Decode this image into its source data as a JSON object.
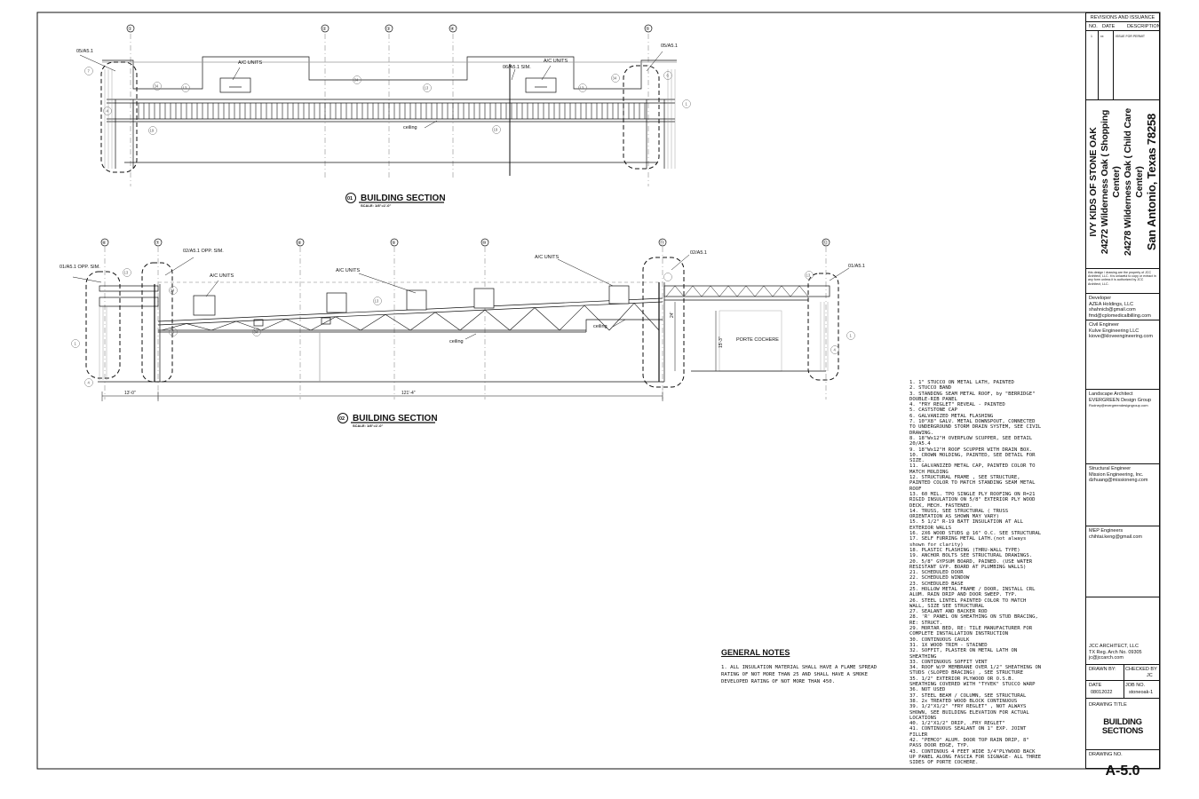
{
  "sections": [
    {
      "number": "01",
      "title": "BUILDING SECTION",
      "scale": "SCALE: 1/8\"=1'-0\""
    },
    {
      "number": "02",
      "title": "BUILDING SECTION",
      "scale": "SCALE: 1/8\"=1'-0\""
    }
  ],
  "sec1": {
    "grid_bubbles": [
      "①",
      "②",
      "③",
      "④",
      "⑤"
    ],
    "callouts": {
      "left": "05/A5.1",
      "right": "05/A5.1",
      "mid": "06/A5.1 SIM."
    },
    "labels": {
      "ac1": "A/C UNITS",
      "ac2": "A/C UNITS",
      "ceiling": "ceiling"
    },
    "keys": {
      "k7": "7",
      "k4": "4",
      "k1": "1",
      "k34a": "34",
      "k34b": "34",
      "k34c": "34",
      "k34d": "34",
      "k13a": "13",
      "k13b": "13",
      "k13c": "13",
      "k13d": "13",
      "k6": "6",
      "k19a": "19",
      "k19b": "19"
    }
  },
  "sec2": {
    "grid_bubbles": [
      "⑥",
      "⑦",
      "⑧",
      "⑨",
      "⑩",
      "⑪",
      "⑫"
    ],
    "callouts": {
      "left": "01/A5.1 OPP. SIM.",
      "left2": "02/A5.1 OPP. SIM.",
      "right": "02/A5.1",
      "right2": "01/A5.1"
    },
    "labels": {
      "ac1": "A/C UNITS",
      "ac2": "A/C UNITS",
      "ac3": "A/C UNITS",
      "ceiling1": "ceiling",
      "ceiling2": "ceiling",
      "porte": "PORTE COCHERE",
      "dim1": "13'-0\"",
      "dim2": "121'-4\"",
      "dim3": "15'-3\"",
      "dim4": "24'"
    },
    "keys": {
      "k13a": "13",
      "k13b": "13",
      "k13c": "13",
      "k34a": "34",
      "k34b": "34",
      "k1a": "1",
      "k1b": "1",
      "k4a": "4",
      "k4b": "4",
      "k6": "6"
    }
  },
  "notes": [
    "1. 1\" STUCCO ON METAL LATH, PAINTED",
    "2. STUCCO BAND",
    "3. STANDING SEAM METAL ROOF, by \"BERRIDGE\" DOUBLE-RIB PANEL",
    "4. \"FRY REGLET\" REVEAL - PAINTED",
    "5. CASTSTONE CAP",
    "6. GALVANIZED METAL FLASHING",
    "7. 10\"X8\" GALV. METAL DOWNSPOUT, CONNECTED TO UNDERGROUND STORM DRAIN SYSTEM, SEE CIVIL DRAWING.",
    "8. 18\"Wx12\"H OVERFLOW SCUPPER, SEE DETAIL 20/A5.4",
    "9. 18\"Wx12\"H ROOF SCUPPER WITH DRAIN BOX.",
    "10. CROWN MOLDING, PAINTED, SEE DETAIL FOR SIZE.",
    "11. GALVANIZED METAL CAP, PAINTED COLOR TO MATCH MOLDING",
    "12. STRUCTURAL FRAME , SEE STRUCTURE, PAINTED COLOR TO MATCH STANDING SEAM METAL ROOF",
    "13. 60 MIL. TPO SINGLE PLY ROOFING ON R=21 RIGID INSULATION ON 5/8\" EXTERIOR PLY WOOD DECK, MECH. FASTENED.",
    "14. TRUSS, SEE STRUCTURAL ( TRUSS ORIENTATION AS SHOWN MAY VARY)",
    "15. 5 1/2\" R-19 BATT INSULATION AT ALL EXTERIOR WALLS",
    "16. 2X6 WOOD STUDS @ 16\" O.C. SEE STRUCTURAL",
    "17. SELF FURRING METAL LATH.(not always shown for clarity)",
    "18. PLASTIC FLASHING (THRU-WALL TYPE)",
    "19. ANCHOR BOLTS SEE STRUCTURAL DRAWINGS.",
    "20. 5/8\" GYPSUM BOARD, PAINED. (USE WATER RESISTANT GYP. BOARD AT PLUMBING WALLS)",
    "21. SCHEDULED DOOR",
    "22. SCHEDULED WINDOW",
    "23. SCHEDULED BASE",
    "25. HOLLOW METAL FRAME / DOOR, INSTALL CRL ALUM. RAIN DRIP AND DOOR SWEEP. TYP.",
    "26. STEEL LINTEL PAINTED COLOR TO MATCH WALL, SIZE SEE STRUCTURAL",
    "27. SEALANT AND BACKER ROD",
    "28. 'R' PANEL ON SHEATHING ON STUD BRACING, RE: STRUCT.",
    "29. MORTAR BED, RE: TILE MANUFACTURER FOR COMPLETE INSTALLATION INSTRUCTION",
    "30. CONTINUOUS CAULK",
    "31. 1X WOOD TRIM - STAINED",
    "32. SOFFIT, PLASTER ON METAL LATH ON SHEATHING",
    "33. CONTINUOUS SOFFIT VENT",
    "34. ROOF W/P MEMBRANE OVER 1/2\" SHEATHING ON STUDS (SLOPED BRACING) , SEE STRUCTURE",
    "35. 1/2\" EXTERIOR PLYWOOD OR O.S.B. SHEATHING COVERED WITH \"TYVEK\" STUCCO WARP",
    "36. NOT USED",
    "37. STEEL BEAM / COLUMN, SEE STRUCTURAL",
    "38. 2x TREATED WOOD BLOCK CONTINUOUS",
    "39. 1/2\"X1/2\" \"FRY REGLET\" , NOT ALWAYS SHOWN, SEE BUILDING ELEVATION FOR ACTUAL LOCATIONS",
    "40. 1/2\"X1/2\" DRIP, .FRY REGLET\"",
    "41. CONTINUOUS SEALANT ON 1\" EXP. JOINT FILLER",
    "42. \"PEMCO\" ALUM. DOOR TOP RAIN DRIP, 8\" PASS DOOR EDGE, TYP.",
    "43. CONTINOUS 4 FEET WIDE 3/4\"PLYWOOD BACK UP PANEL ALONG FASCIA FOR SIGNAGE- ALL THREE SIDES OF PORTE COCHERE."
  ],
  "general_notes": {
    "title": "GENERAL NOTES",
    "text": "1. ALL INSULATION MATERIAL SHALL HAVE A FLAME SPREAD RATING OF NOT MORE THAN 25 AND SHALL HAVE A SMOKE DEVELOPED RATING OF NOT MORE THAN 450."
  },
  "title_block": {
    "rev_header": "REVISIONS AND ISSUANCE",
    "col_no": "NO.",
    "col_date": "DATE",
    "col_desc": "DESCRIPTION",
    "rev_no": "1",
    "rev_date": "xx",
    "rev_desc": "ISSUE FOR PERMIT",
    "project": [
      "IVY KIDS OF STONE OAK",
      "24272 Wilderness Oak ( Shopping Center)",
      "24278 Wilderness Oak ( Child Care Center)",
      "San Antonio, Texas 78258"
    ],
    "disclaimer": "this design / drawing are the property of JCC Architect, LLC. It is unlawful to copy or extract in any form unless it is authorized by JCC Architect, LLC.",
    "consultants": [
      {
        "role": "Developer",
        "name": "AZEA Holdings, LLC",
        "email": "shahnicb@gmail.com",
        "email2": "fmd@cplomedicalbilling.com"
      },
      {
        "role": "Civil Engineer",
        "name": "Kulve Engineering LLC",
        "email": "kiove@kloveengineering.com"
      },
      {
        "role": "Landscape Architect",
        "name": "EVERGREEN Design Group",
        "email": "Rodney@evergreendesigngroup.com"
      },
      {
        "role": "Structural Engineer",
        "name": "Mission Engineering, Inc.",
        "email": "dzhuang@missioneng.com"
      },
      {
        "role": "MEP Engineers",
        "name": "",
        "email": "chihtai.keng@gmail.com"
      }
    ],
    "architect": {
      "name": "JCC ARCHITECT, LLC",
      "reg": "TX Reg. Arch No. 09305",
      "email": "jc@jccarch.com"
    },
    "drawn_by_label": "DRAWN BY:",
    "checked_by_label": "CHECKED BY",
    "checked_by": "JC",
    "date_label": "DATE",
    "date": "08012022",
    "job_label": "JOB NO.",
    "job": "stoneoak-1",
    "drawing_title_label": "DRAWING TITLE",
    "drawing_title_1": "BUILDING",
    "drawing_title_2": "SECTIONS",
    "drawing_no_label": "DRAWING NO.",
    "drawing_no": "A-5.0"
  },
  "colors": {
    "line": "#111111",
    "light": "#888888",
    "paper": "#ffffff"
  }
}
